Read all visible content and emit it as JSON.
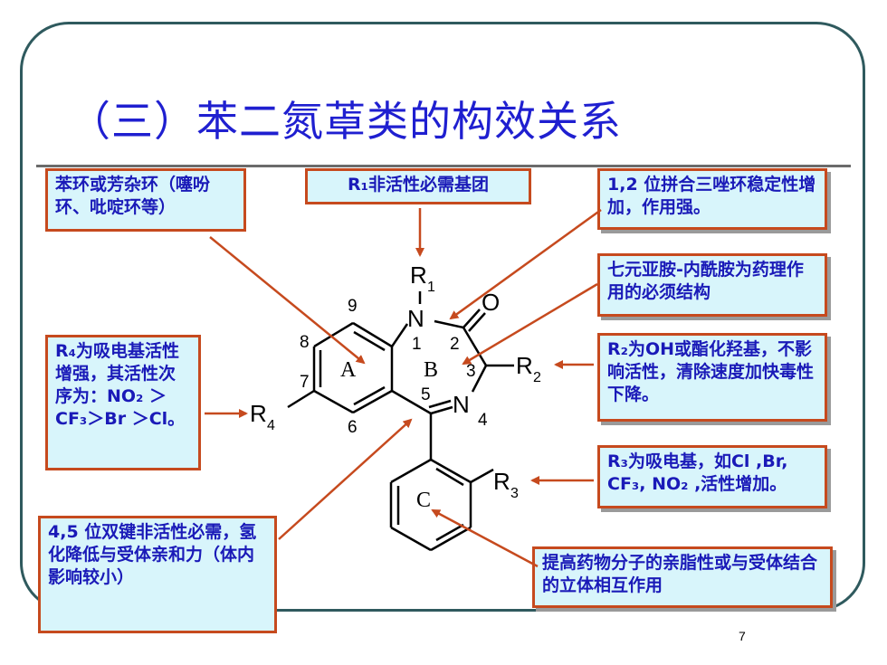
{
  "title": "（三）苯二氮䓬类的构效关系",
  "page_number": "7",
  "boxes": {
    "aromatic": "苯环或芳杂环（噻吩环、吡啶环等）",
    "r1": "R₁非活性必需基团",
    "triazole": "1,2 位拼合三唑环稳定性增加，作用强。",
    "lactam": "七元亚胺-内酰胺为药理作用的必须结构",
    "r4": "R₄为吸电基活性增强，其活性次序为：NO₂ ＞CF₃＞Br ＞Cl。",
    "r2": "R₂为OH或酯化羟基，不影响活性，清除速度加快毒性下降。",
    "r3": "R₃为吸电基，如Cl ,Br, CF₃, NO₂ ,活性增加。",
    "double_bond": "4,5 位双键非活性必需，氢化降低与受体亲和力（体内影响较小）",
    "lipophilic": "提高药物分子的亲脂性或与受体结合的立体相互作用"
  },
  "structure": {
    "ring_labels": [
      "A",
      "B",
      "C"
    ],
    "atoms": {
      "n1": "N",
      "n4": "N",
      "o": "O",
      "r1": "R",
      "r2": "R",
      "r3": "R",
      "r4": "R"
    },
    "subscripts": {
      "r1": "1",
      "r2": "2",
      "r3": "3",
      "r4": "4",
      "n4": "4"
    },
    "positions": [
      "1",
      "2",
      "3",
      "5",
      "6",
      "7",
      "8",
      "9"
    ]
  },
  "colors": {
    "title": "#1f1fd0",
    "box_text": "#1a1ab8",
    "box_border": "#c64a1e",
    "box_fill": "#d8f5fb",
    "arrow": "#c64a1e"
  }
}
